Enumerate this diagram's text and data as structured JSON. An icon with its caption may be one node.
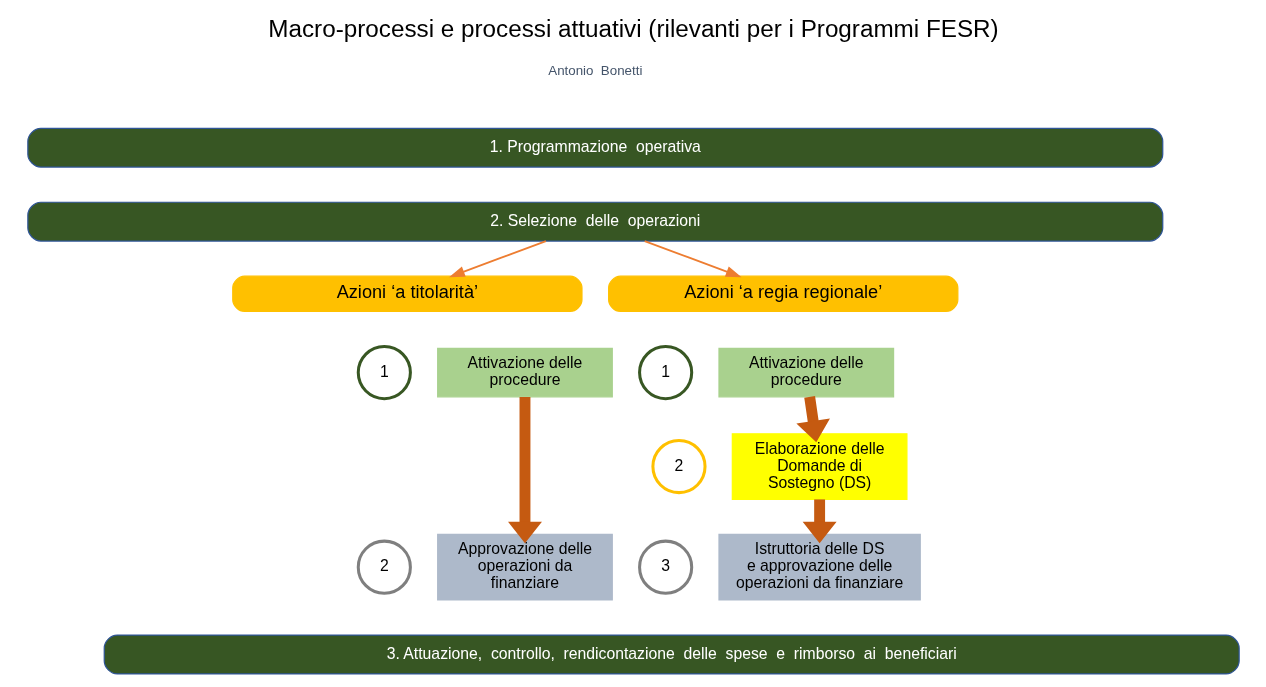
{
  "diagram": {
    "title": "Macro-processi e processi attuativi (rilevanti per i Programmi FESR)",
    "nodes": [
      {
        "text": [
          "1. Programmazione  operativa"
        ]
      },
      {
        "text": [
          "2. Selezione  delle  operazioni"
        ]
      },
      {
        "text": [
          "Azioni ‘a titolarità’"
        ]
      },
      {
        "text": [
          "Azioni ‘a regia regionale’"
        ]
      },
      {
        "text": [
          "1"
        ]
      },
      {
        "text": [
          "Attivazione delle procedure"
        ]
      },
      {
        "text": [
          "2"
        ]
      },
      {
        "text": [
          "Approvazione delle operazioni da finanziare"
        ]
      },
      {
        "text": [
          "1"
        ]
      },
      {
        "text": [
          "Attivazione delle procedure"
        ]
      },
      {
        "text": [
          "2"
        ]
      },
      {
        "text": [
          "Elaborazione delle Domande di Sostegno (DS)"
        ]
      },
      {
        "text": [
          "3"
        ]
      },
      {
        "text": [
          "Istruttoria delle DS e approvazione delle operazioni da finanziare"
        ]
      },
      {
        "text": [
          "3. Attuazione,  controllo,  rendicontazione  delle  spese  e  rimborso  ai  beneficiari"
        ]
      }
    ],
    "edges": [
      {
        "from": 1,
        "to": 2,
        "arrow": "to",
        "color": "#ed7d31"
      },
      {
        "from": 1,
        "to": 3,
        "arrow": "to",
        "color": "#ed7d31"
      },
      {
        "from": 5,
        "to": 7,
        "arrow": "to"
      },
      {
        "from": 9,
        "to": 11,
        "arrow": "to"
      },
      {
        "from": 11,
        "to": 13,
        "arrow": "to"
      }
    ],
    "labels": [
      "Antonio  Bonetti"
    ]
  }
}
